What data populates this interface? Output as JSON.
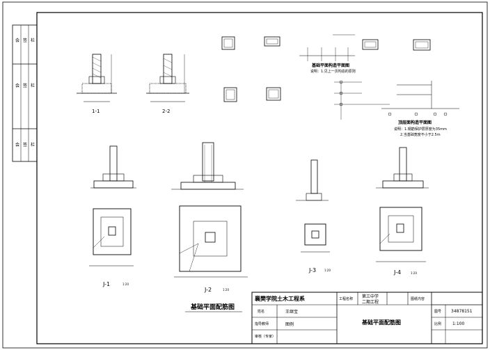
{
  "title_block": {
    "school": "襄樊学院土木工程系",
    "project_label": "工程名称",
    "project_name_1": "第三中学",
    "project_name_2": "二期工程",
    "sheet_label": "图纸内容",
    "drawing_title": "基础平面配筋图",
    "designer": "王继宝",
    "sheet_no_label": "图号",
    "sheet_no": "34878151",
    "scale_label": "比例",
    "scale": "1:100",
    "row_labels": [
      "姓名",
      "指导教师",
      "审核（专家）"
    ],
    "instructor": "图例"
  },
  "left_strip": {
    "cells": [
      [
        "会",
        "签",
        "栏"
      ],
      [
        "会",
        "签",
        "栏"
      ],
      [
        "会",
        "签",
        "栏"
      ]
    ]
  },
  "details": {
    "section_1_1": "1-1",
    "section_2_2": "2-2",
    "notes_title_1": "基础平面构造平面图",
    "notes_line_1": "说明：1.见上一页构造的原则",
    "notes_title_2": "顶层面构造平面图",
    "notes_line_2": "说明：1.钢筋保护层厚度为35mm",
    "notes_line_3": "2.当基础宽度不小于2.5m"
  },
  "footings": [
    {
      "label": "J-1",
      "scale": "1:20"
    },
    {
      "label": "J-2",
      "scale": "1:20"
    },
    {
      "label": "J-3",
      "scale": "1:20"
    },
    {
      "label": "J-4",
      "scale": "1:20"
    }
  ],
  "plan_title": "基础平面配筋图"
}
